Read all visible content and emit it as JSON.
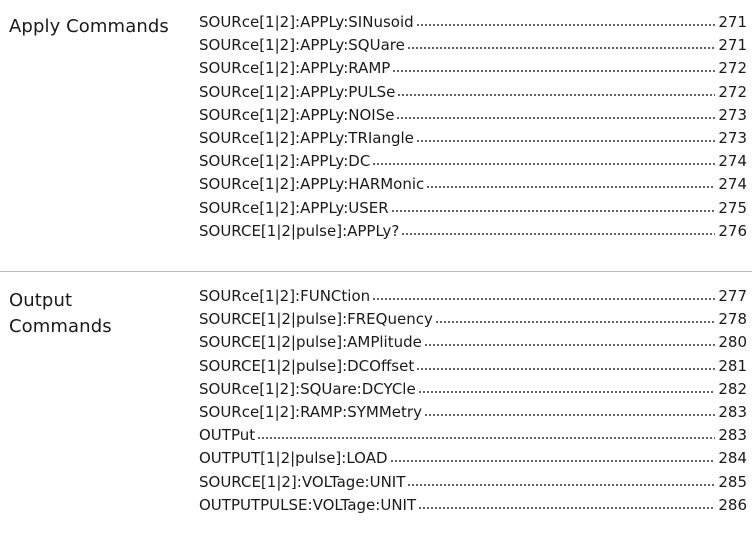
{
  "sections": [
    {
      "heading": "Apply Commands",
      "entries": [
        {
          "label": "SOURce[1|2]:APPLy:SINusoid",
          "page": "271"
        },
        {
          "label": "SOURce[1|2]:APPLy:SQUare",
          "page": "271"
        },
        {
          "label": "SOURce[1|2]:APPLy:RAMP",
          "page": "272"
        },
        {
          "label": "SOURce[1|2]:APPLy:PULSe",
          "page": "272"
        },
        {
          "label": "SOURce[1|2]:APPLy:NOISe",
          "page": "273"
        },
        {
          "label": "SOURce[1|2]:APPLy:TRIangle",
          "page": "273"
        },
        {
          "label": "SOURce[1|2]:APPLy:DC",
          "page": "274"
        },
        {
          "label": "SOURce[1|2]:APPLy:HARMonic",
          "page": "274"
        },
        {
          "label": "SOURce[1|2]:APPLy:USER",
          "page": "275"
        },
        {
          "label": "SOURCE[1|2|pulse]:APPLy?",
          "page": "276"
        }
      ]
    },
    {
      "heading": "Output\nCommands",
      "entries": [
        {
          "label": "SOURce[1|2]:FUNCtion",
          "page": "277"
        },
        {
          "label": "SOURCE[1|2|pulse]:FREQuency",
          "page": "278"
        },
        {
          "label": "SOURCE[1|2|pulse]:AMPlitude",
          "page": "280"
        },
        {
          "label": "SOURCE[1|2|pulse]:DCOffset",
          "page": "281"
        },
        {
          "label": "SOURce[1|2]:SQUare:DCYCle",
          "page": "282"
        },
        {
          "label": "SOURce[1|2]:RAMP:SYMMetry",
          "page": "283"
        },
        {
          "label": "OUTPut",
          "page": "283"
        },
        {
          "label": "OUTPUT[1|2|pulse]:LOAD",
          "page": "284"
        },
        {
          "label": "SOURCE[1|2]:VOLTage:UNIT",
          "page": "285"
        },
        {
          "label": "OUTPUTPULSE:VOLTage:UNIT",
          "page": "286"
        }
      ]
    }
  ]
}
